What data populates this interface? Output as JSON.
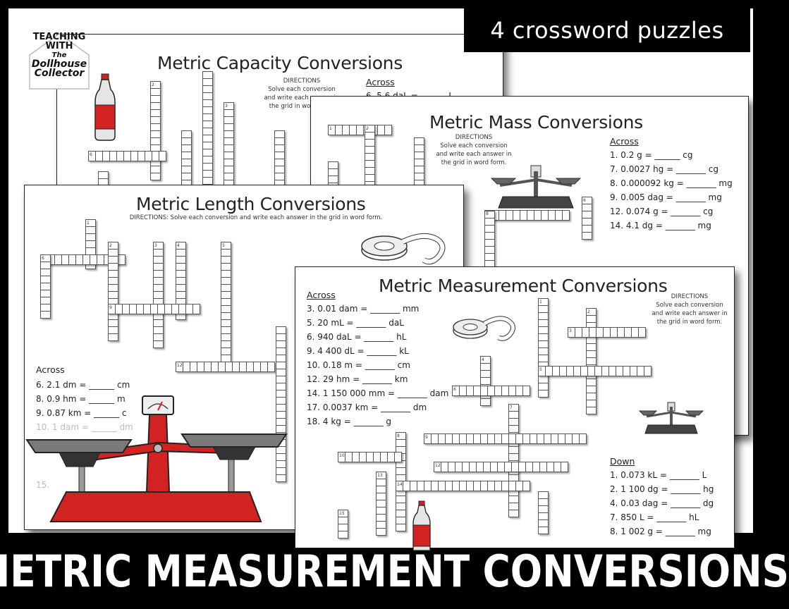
{
  "banner": {
    "text": "4 crossword puzzles"
  },
  "bottom_title": "METRIC MEASUREMENT CONVERSIONS",
  "logo": {
    "line1": "TEACHING",
    "line2": "WITH",
    "line3": "The",
    "line4": "Dollhouse",
    "line5": "Collector"
  },
  "capacity": {
    "title": "Metric Capacity Conversions",
    "directions_head": "DIRECTIONS",
    "directions_1": "Solve each conversion",
    "directions_2": "and write each answer in",
    "directions_3": "the grid in word form.",
    "across_head": "Across",
    "clue_6": "6.   5.6 daL = ______ L"
  },
  "mass": {
    "title": "Metric Mass Conversions",
    "directions_head": "DIRECTIONS",
    "directions_1": "Solve each conversion",
    "directions_2": "and write each answer in",
    "directions_3": "the grid in word form.",
    "across_head": "Across",
    "clues": [
      "1.    0.2 g = ______ cg",
      "7.    0.0027 hg = _______ cg",
      "8.    0.000092 kg = _______ mg",
      "9.    0.005 dag = _______ mg",
      "12.  0.074 g = _______ cg",
      "14.  4.1 dg = _______ mg"
    ]
  },
  "length": {
    "title": "Metric Length Conversions",
    "directions": "DIRECTIONS: Solve each conversion and write each answer in the grid in word form.",
    "across_head": "Across",
    "clues": [
      "6.   2.1 dm = ______ cm",
      "8.   0.9 hm = ______ m",
      "9.   0.87 km = ______ c",
      "10.  1 dam = ______ dm"
    ],
    "clue_15": "15."
  },
  "measurement": {
    "title": "Metric Measurement Conversions",
    "directions_head": "DIRECTIONS",
    "directions_1": "Solve each conversion",
    "directions_2": "and write each answer in",
    "directions_3": "the grid in word form.",
    "across_head": "Across",
    "across": [
      "3.    0.01 dam = _______ mm",
      "5.    20 mL = _______ daL",
      "6.    940 daL = _______ hL",
      "9.    4 400 dL = _______ kL",
      "10.  0.18 m = _______ cm",
      "12.  29 hm = _______ km",
      "14.  1 150 000 mm = _______ dam",
      "17.  0.0037 km = _______ dm",
      "18.  4 kg = _______ g"
    ],
    "down_head": "Down",
    "down": [
      "1.    0.073 kL = _______ L",
      "2.    1 100 dg = _______ hg",
      "4.    0.03 dag = _______ dg",
      "7.    850 L = _______ hL",
      "8.    1 002 g = _______ mg"
    ]
  },
  "colors": {
    "scale_red": "#d32222",
    "scale_gray": "#6e6e6e",
    "frame": "#000000"
  }
}
